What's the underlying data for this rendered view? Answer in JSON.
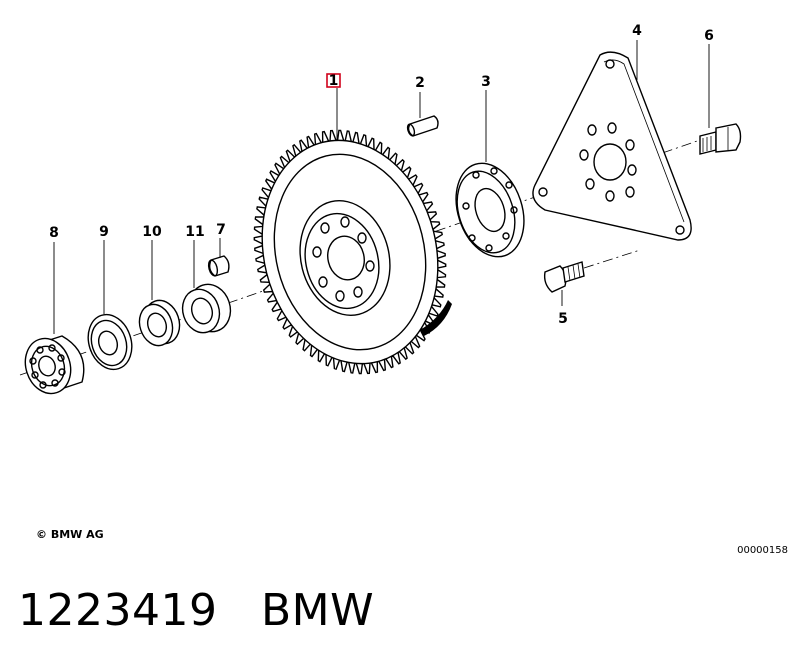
{
  "callouts": [
    {
      "id": "1",
      "highlighted": true
    },
    {
      "id": "2"
    },
    {
      "id": "3"
    },
    {
      "id": "4"
    },
    {
      "id": "5"
    },
    {
      "id": "6"
    },
    {
      "id": "7"
    },
    {
      "id": "8"
    },
    {
      "id": "9"
    },
    {
      "id": "10"
    },
    {
      "id": "11"
    }
  ],
  "copyright": "© BMW AG",
  "diagram_number": "00000158",
  "footer": {
    "part_number": "1223419",
    "brand": "BMW"
  },
  "colors": {
    "highlight": "#d0021b",
    "line": "#000000"
  }
}
